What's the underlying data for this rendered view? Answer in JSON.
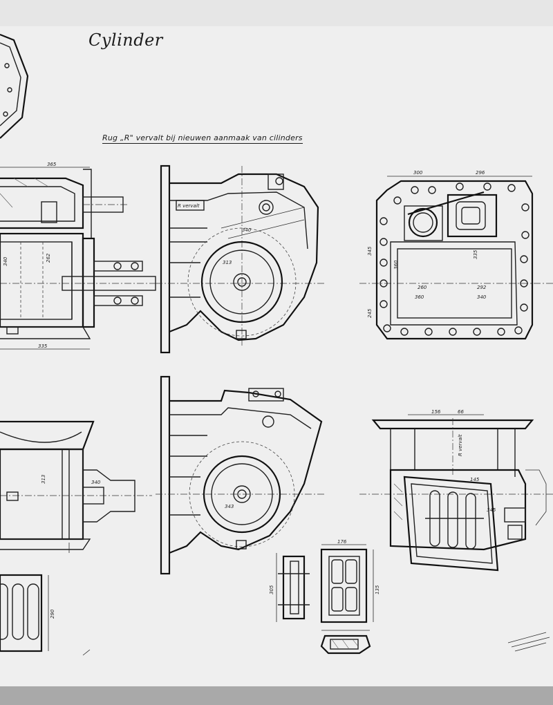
{
  "drawing": {
    "title": "Cylinder",
    "note": "Rug „R\" vervalt bij nieuwen aanmaak van cilinders",
    "callout": "R vervalt"
  },
  "dimensions": {
    "top_left_width": "365",
    "bottom_left_width": "335",
    "bore_a": "360",
    "bore_b": "262",
    "stroke_left": "340",
    "front_top_a": "300",
    "front_top_b": "296",
    "front_side_a": "345",
    "front_side_b": "245",
    "front_inner": "260",
    "front_inner_b": "360",
    "front_inner_c": "292",
    "front_inner_d": "340",
    "lower_top_a": "156",
    "lower_top_b": "66",
    "lower_side": "145",
    "lower_height": "313",
    "port_width": "176",
    "port_height": "135",
    "port_side": "290"
  }
}
